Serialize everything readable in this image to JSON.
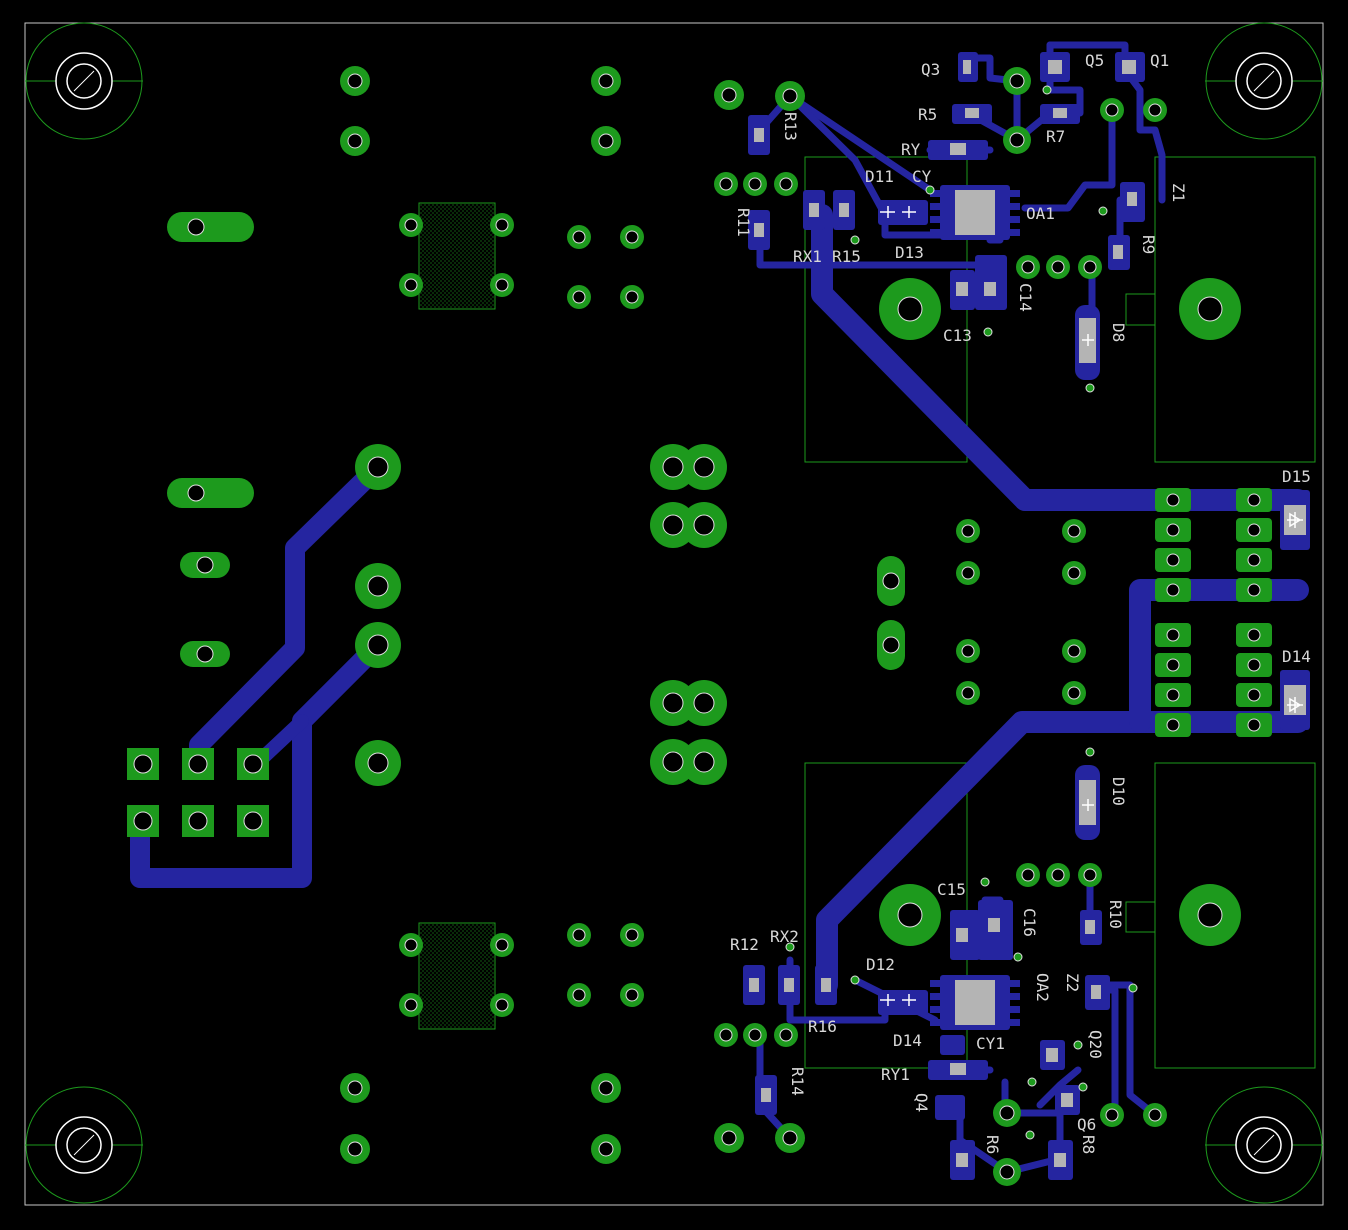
{
  "colors": {
    "background": "#000000",
    "outline": "#c8c8c8",
    "pad": "#1d9a1d",
    "trace": "#2525a0",
    "silk": "#d8d8d8",
    "hole": "#000000",
    "drill_ring": "#ffffff",
    "mount_outline": "#1d9a1d"
  },
  "labels": {
    "q3": "Q3",
    "q5": "Q5",
    "q1": "Q1",
    "r5": "R5",
    "r7": "R7",
    "ry": "RY",
    "cy": "CY",
    "d11": "D11",
    "r13": "R13",
    "r11": "R11",
    "rx1": "RX1",
    "r15": "R15",
    "d13": "D13",
    "oa1": "OA1",
    "z1": "Z1",
    "r9": "R9",
    "c13": "C13",
    "c14": "C14",
    "d8": "D8",
    "d15": "D15",
    "d14": "D14",
    "d10": "D10",
    "c15": "C15",
    "c16": "C16",
    "r10": "R10",
    "r12": "R12",
    "rx2": "RX2",
    "d12": "D12",
    "oa2": "OA2",
    "z2": "Z2",
    "r16": "R16",
    "d14b": "D14",
    "cy1": "CY1",
    "ry1": "RY1",
    "r14": "R14",
    "q4": "Q4",
    "q6": "Q6",
    "r6": "R6",
    "r8": "R8",
    "q20": "Q20"
  }
}
